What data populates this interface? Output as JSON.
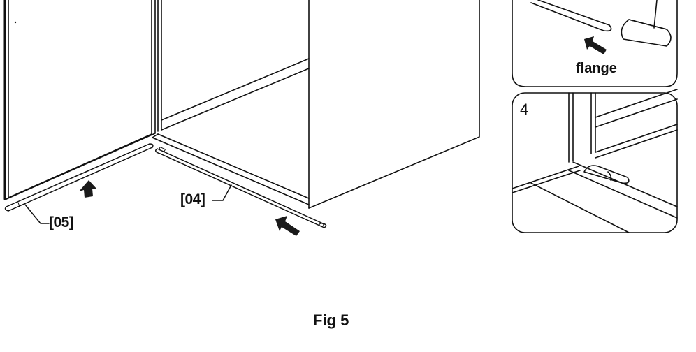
{
  "labels": {
    "part_05": "[05]",
    "part_04": "[04]",
    "flange": "flange",
    "step_4": "4"
  },
  "caption": "Fig 5",
  "colors": {
    "line": "#111111",
    "arrow": "#1a1a1a",
    "background": "#ffffff"
  },
  "icons": {
    "arrow_up": "arrow-up-icon",
    "arrow_push": "arrow-left-push-icon"
  }
}
